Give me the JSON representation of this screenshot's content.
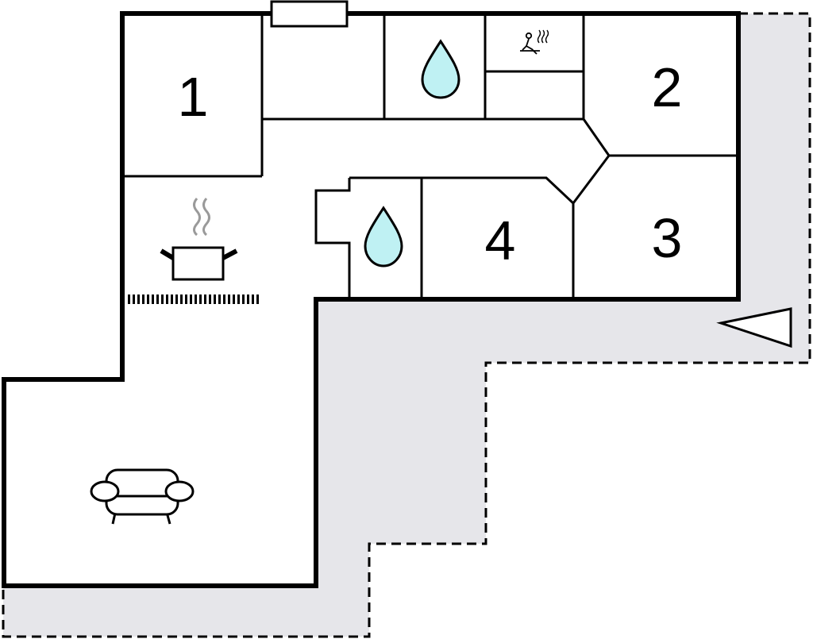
{
  "rooms": [
    {
      "id": "1",
      "label": "1"
    },
    {
      "id": "2",
      "label": "2"
    },
    {
      "id": "3",
      "label": "3"
    },
    {
      "id": "4",
      "label": "4"
    }
  ],
  "icons": {
    "bathroom": "water-drop-icon",
    "sauna": "sauna-icon",
    "kitchen": "cooking-pot-icon",
    "living": "sofa-icon",
    "entrance": "entrance-arrow-icon",
    "window": "window-icon"
  },
  "colors": {
    "wall": "#000000",
    "terrace": "#e6e6ea",
    "water": "#bff1f3",
    "steam": "#9a9a9a"
  }
}
